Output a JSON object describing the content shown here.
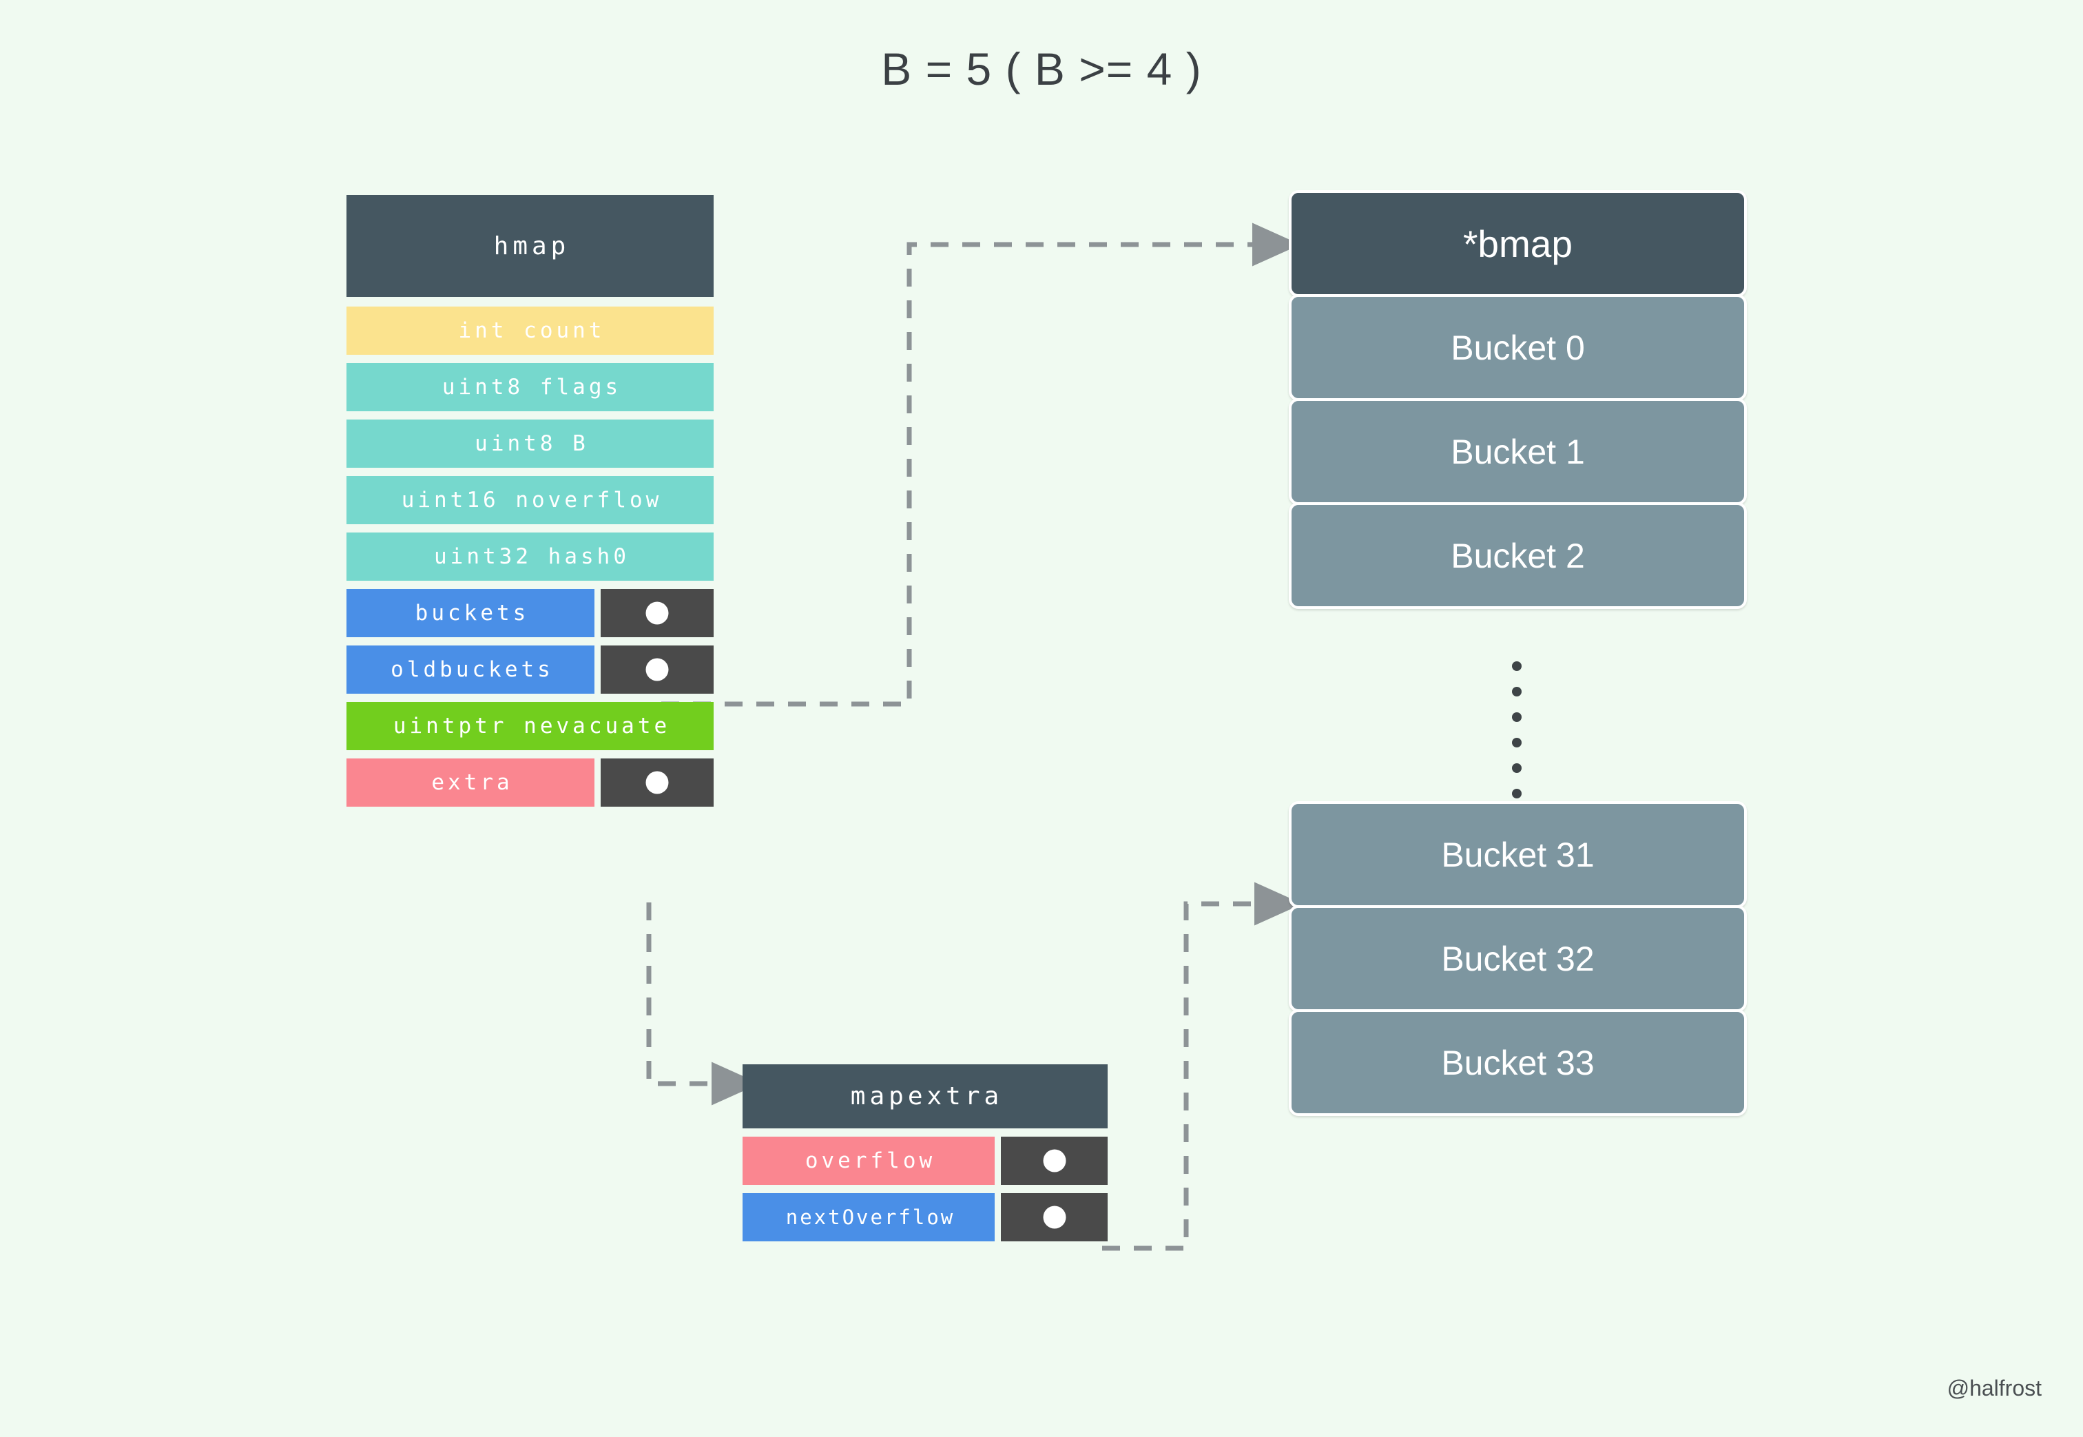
{
  "title": "B = 5 ( B >= 4 )",
  "watermark": "@halfrost",
  "colors": {
    "background": "#f0faf1",
    "header_dark": "#455761",
    "pointer_cell": "#4a4a4a",
    "yellow": "#fbe38e",
    "teal": "#76d8cd",
    "blue": "#4a8fe7",
    "green": "#72ce1e",
    "pink": "#fa8690",
    "bucket_gray": "#7d96a0",
    "wire": "#8d9396",
    "text_dark": "#3b4044"
  },
  "hmap": {
    "header": "hmap",
    "fields": [
      {
        "label": "int count",
        "color": "yellow",
        "pointer": false
      },
      {
        "label": "uint8 flags",
        "color": "teal",
        "pointer": false
      },
      {
        "label": "uint8 B",
        "color": "teal",
        "pointer": false
      },
      {
        "label": "uint16 noverflow",
        "color": "teal",
        "pointer": false
      },
      {
        "label": "uint32 hash0",
        "color": "teal",
        "pointer": false
      },
      {
        "label": "buckets",
        "color": "blue",
        "pointer": true
      },
      {
        "label": "oldbuckets",
        "color": "blue",
        "pointer": true
      },
      {
        "label": "uintptr nevacuate",
        "color": "green",
        "pointer": false
      },
      {
        "label": "extra",
        "color": "pink",
        "pointer": true
      }
    ]
  },
  "mapextra": {
    "header": "mapextra",
    "fields": [
      {
        "label": "overflow",
        "color": "pink",
        "pointer": true
      },
      {
        "label": "nextOverflow",
        "color": "blue",
        "pointer": true
      }
    ]
  },
  "buckets_top": [
    {
      "label": "*bmap",
      "head": true
    },
    {
      "label": "Bucket 0",
      "head": false
    },
    {
      "label": "Bucket 1",
      "head": false
    },
    {
      "label": "Bucket 2",
      "head": false
    }
  ],
  "buckets_bottom": [
    {
      "label": "Bucket 31",
      "head": false
    },
    {
      "label": "Bucket 32",
      "head": false
    },
    {
      "label": "Bucket 33",
      "head": false
    }
  ],
  "ellipsis_dots": 6,
  "connections": [
    {
      "name": "buckets-to-bmap",
      "from": "hmap.buckets",
      "to": "*bmap"
    },
    {
      "name": "extra-to-mapextra",
      "from": "hmap.extra",
      "to": "mapextra"
    },
    {
      "name": "nextoverflow-to-bucket-32",
      "from": "mapextra.nextOverflow",
      "to": "Bucket 32"
    }
  ]
}
